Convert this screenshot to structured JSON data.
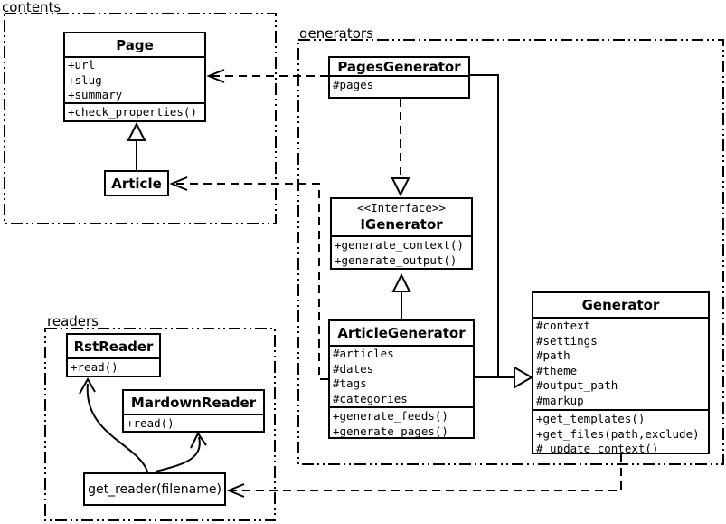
{
  "packages": {
    "contents": {
      "label": "contents"
    },
    "generators": {
      "label": "generators"
    },
    "readers": {
      "label": "readers"
    }
  },
  "classes": {
    "page": {
      "name": "Page",
      "attributes": [
        "+url",
        "+slug",
        "+summary"
      ],
      "methods": [
        "+check_properties()"
      ]
    },
    "article": {
      "name": "Article"
    },
    "pages_generator": {
      "name": "PagesGenerator",
      "attributes": [
        "#pages"
      ]
    },
    "igenerator": {
      "stereotype": "<<Interface>>",
      "name": "IGenerator",
      "methods": [
        "+generate_context()",
        "+generate_output()"
      ]
    },
    "article_generator": {
      "name": "ArticleGenerator",
      "attributes": [
        "#articles",
        "#dates",
        "#tags",
        "#categories"
      ],
      "methods": [
        "+generate_feeds()",
        "+generate_pages()"
      ]
    },
    "generator": {
      "name": "Generator",
      "attributes": [
        "#context",
        "#settings",
        "#path",
        "#theme",
        "#output_path",
        "#markup"
      ],
      "methods": [
        "+get_templates()",
        "+get_files(path,exclude)",
        "#_update_context()"
      ]
    },
    "rst_reader": {
      "name": "RstReader",
      "methods": [
        "+read()"
      ]
    },
    "mardown_reader": {
      "name": "MardownReader",
      "methods": [
        "+read()"
      ]
    },
    "get_reader": {
      "label": "get_reader(filename)"
    }
  },
  "relationships": [
    {
      "from": "Article",
      "to": "Page",
      "type": "generalization"
    },
    {
      "from": "PagesGenerator",
      "to": "Page",
      "type": "dependency"
    },
    {
      "from": "PagesGenerator",
      "to": "IGenerator",
      "type": "realization"
    },
    {
      "from": "PagesGenerator",
      "to": "Generator",
      "type": "generalization"
    },
    {
      "from": "ArticleGenerator",
      "to": "IGenerator",
      "type": "generalization"
    },
    {
      "from": "ArticleGenerator",
      "to": "Generator",
      "type": "generalization"
    },
    {
      "from": "ArticleGenerator",
      "to": "Article",
      "type": "dependency"
    },
    {
      "from": "Generator",
      "to": "get_reader",
      "type": "dependency"
    },
    {
      "from": "get_reader",
      "to": "RstReader",
      "type": "dependency"
    },
    {
      "from": "get_reader",
      "to": "MardownReader",
      "type": "dependency"
    }
  ],
  "colors": {
    "line": "#000000",
    "background": "#ffffff",
    "box_fill": "#ffffff",
    "text": "#000000"
  }
}
